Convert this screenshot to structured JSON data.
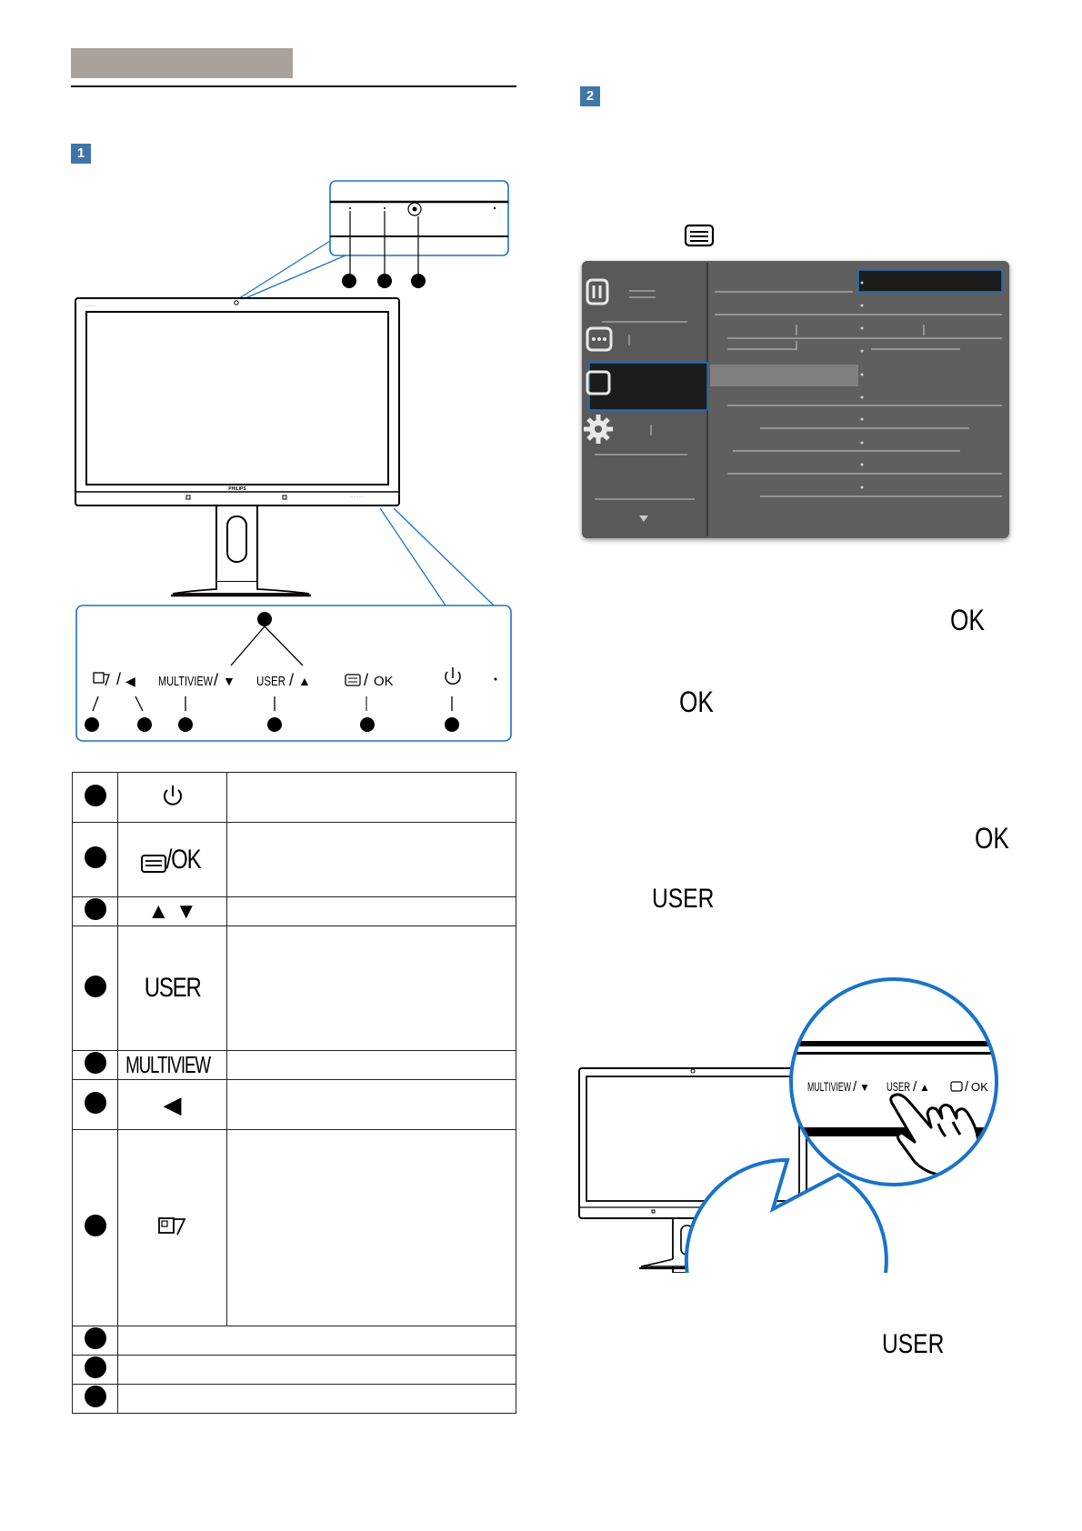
{
  "section": {
    "badge1": "1",
    "badge2": "2"
  },
  "monitor": {
    "brand": "PHILIPS"
  },
  "panel": {
    "labels": {
      "left": "◀",
      "multiview": "MULTIVIEW",
      "down": "▼",
      "user": "USER",
      "up": "▲",
      "ok": "OK"
    }
  },
  "keys": {
    "ok_label": "/OK",
    "updown_label": "▲ ▼",
    "user_label": "USER",
    "multiview_label": "MULTIVIEW",
    "left_label": "◀"
  },
  "right": {
    "ok1": "OK",
    "ok2": "OK",
    "ok3": "OK",
    "user1": "USER",
    "user2": "USER"
  },
  "zoom": {
    "multiview": "MULTIVIEW",
    "user": "USER",
    "ok": "OK",
    "down": "▼",
    "up": "▲"
  },
  "colors": {
    "accent": "#3f76a8",
    "callout": "#1a73c8",
    "osd": "#5f5f5f"
  }
}
